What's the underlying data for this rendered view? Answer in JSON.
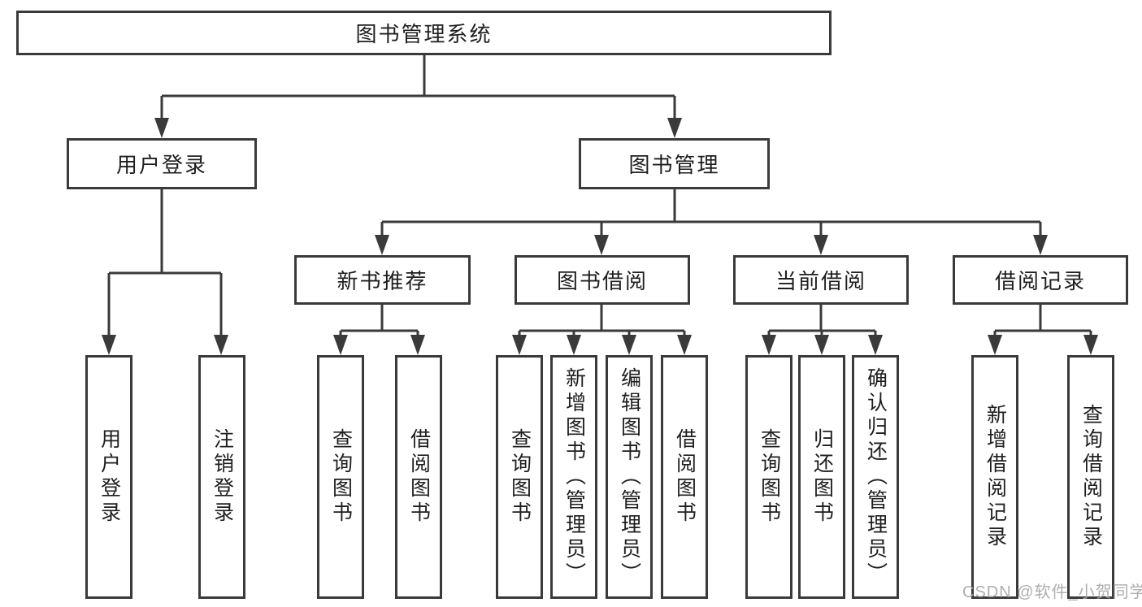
{
  "tree": {
    "root": {
      "label": "图书管理系统",
      "children": [
        {
          "label": "用户登录",
          "children": [
            {
              "label": "用户登录"
            },
            {
              "label": "注销登录"
            }
          ]
        },
        {
          "label": "图书管理",
          "children": [
            {
              "label": "新书推荐",
              "children": [
                {
                  "label": "查询图书"
                },
                {
                  "label": "借阅图书"
                }
              ]
            },
            {
              "label": "图书借阅",
              "children": [
                {
                  "label": "查询图书"
                },
                {
                  "label": "新增图书（管理员）"
                },
                {
                  "label": "编辑图书（管理员）"
                },
                {
                  "label": "借阅图书"
                }
              ]
            },
            {
              "label": "当前借阅",
              "children": [
                {
                  "label": "查询图书"
                },
                {
                  "label": "归还图书"
                },
                {
                  "label": "确认归还（管理员）"
                }
              ]
            },
            {
              "label": "借阅记录",
              "children": [
                {
                  "label": "新增借阅记录"
                },
                {
                  "label": "查询借阅记录"
                }
              ]
            }
          ]
        }
      ]
    }
  },
  "watermark": {
    "text": "CSDN @软件_小贺同学"
  },
  "colors": {
    "line": "#3a3a3a",
    "text": "#1e1e1e",
    "watermark": "#a5a5a5",
    "background": "#ffffff"
  }
}
